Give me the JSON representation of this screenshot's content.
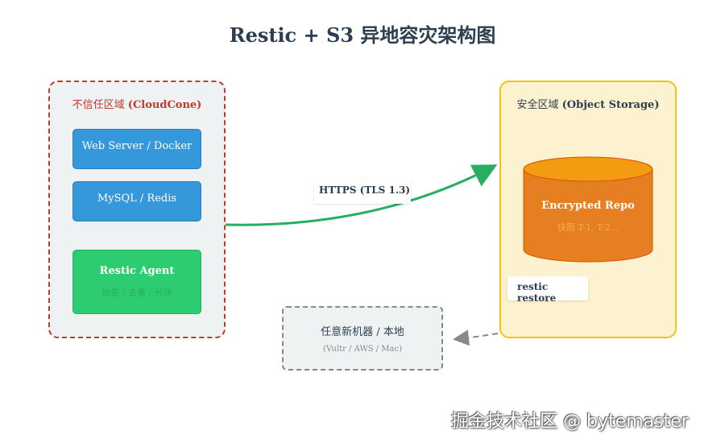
{
  "title": "Restic + S3 异地容灾架构图",
  "untrusted_zone": {
    "title_prefix": "不信任区域 ",
    "title_bold": "(CloudCone)",
    "border_color": "#c0392b",
    "nodes": {
      "web": "Web Server / Docker",
      "db": "MySQL / Redis",
      "agent": {
        "name": "Restic Agent",
        "subtitle": "加密 / 去重 / 分块"
      }
    }
  },
  "safe_zone": {
    "title_prefix": "安全区域 ",
    "title_bold": "(Object Storage)",
    "border_color": "#f1c40f",
    "repo": {
      "name": "Encrypted Repo",
      "subtitle": "快照 T-1, T-2..."
    }
  },
  "edges": {
    "upload": {
      "label": "HTTPS (TLS 1.3)",
      "color": "#27ae60"
    },
    "restore": {
      "label": "restic restore",
      "color": "#888888"
    }
  },
  "recovery_node": {
    "name": "任意新机器 / 本地",
    "subtitle": "(Vultr / AWS / Mac)"
  },
  "watermark": "掘金技术社区 @ bytemaster"
}
